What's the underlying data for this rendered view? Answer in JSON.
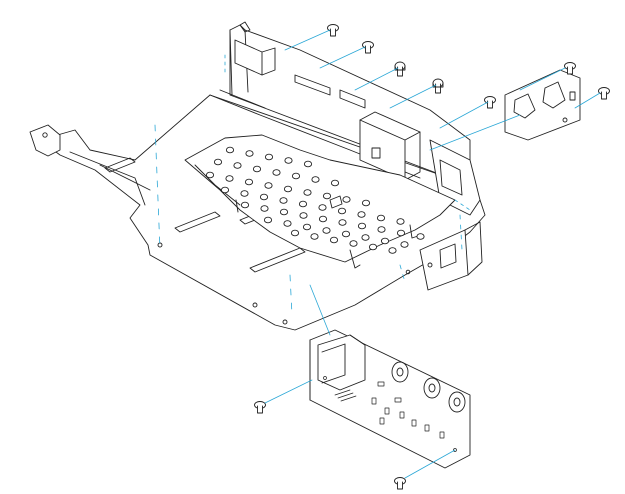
{
  "diagram": {
    "type": "exploded-assembly-view",
    "colors": {
      "background": "#ffffff",
      "line": "#222222",
      "leader": "#2aa7d6",
      "fill": "#ffffff"
    },
    "parts": [
      "chassis-tray",
      "perforated-shield-plate",
      "rear-bracket",
      "side-bracket",
      "small-connector-plate",
      "jack-board",
      "screws"
    ],
    "screw_count": 9,
    "standoff_count": 2
  }
}
